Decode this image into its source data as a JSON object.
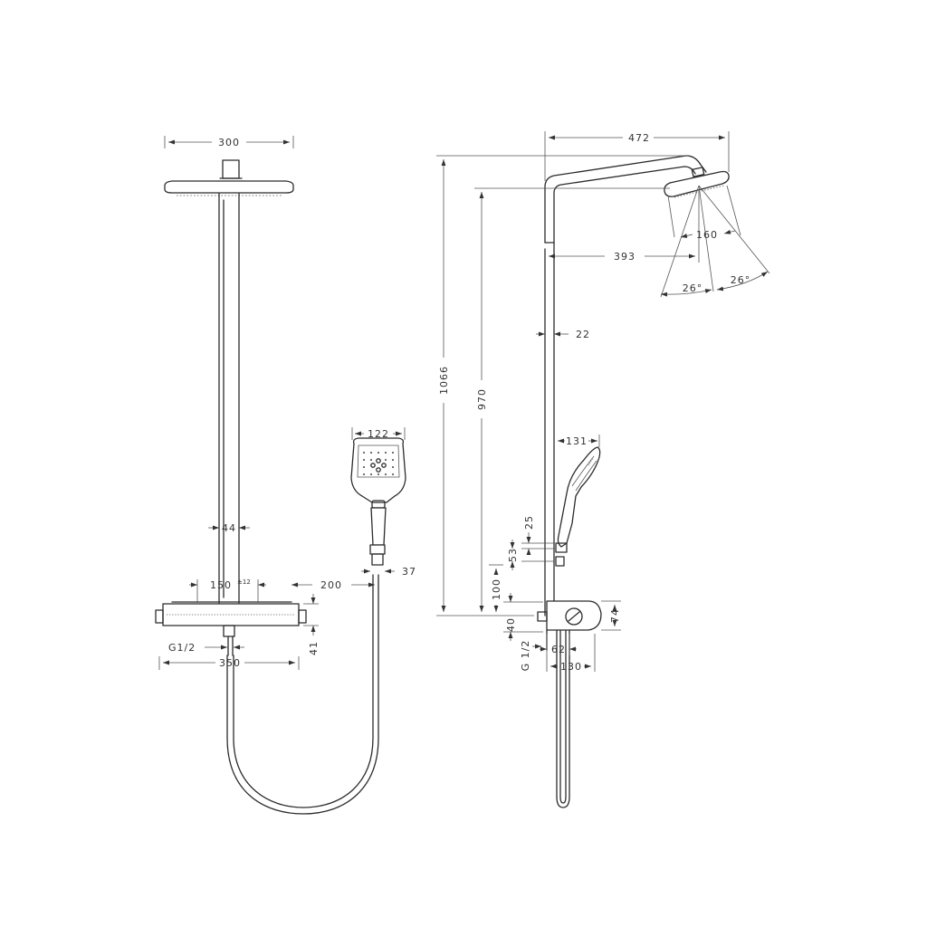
{
  "dimensions": {
    "front": {
      "head_width": "300",
      "pipe_diameter": "44",
      "hand_shower_width": "122",
      "thermostat_centres": "150",
      "thermostat_tolerance": "±12",
      "handshower_offset": "200",
      "holder_width": "37",
      "inlet_thread": "G1/2",
      "thermostat_width": "350",
      "thermostat_height": "41"
    },
    "side": {
      "arm_projection": "472",
      "head_diameter": "160",
      "arm_reach": "393",
      "spray_angle_left": "26°",
      "spray_angle_right": "26°",
      "pipe_diameter": "22",
      "total_height": "1066",
      "head_height": "970",
      "hand_shower_projection": "131",
      "dim_25": "25",
      "dim_53": "53",
      "dim_100": "100",
      "dim_40": "40",
      "inlet_thread": "G 1/2",
      "dim_62": "62",
      "dim_130": "130",
      "dim_74": "74"
    }
  }
}
